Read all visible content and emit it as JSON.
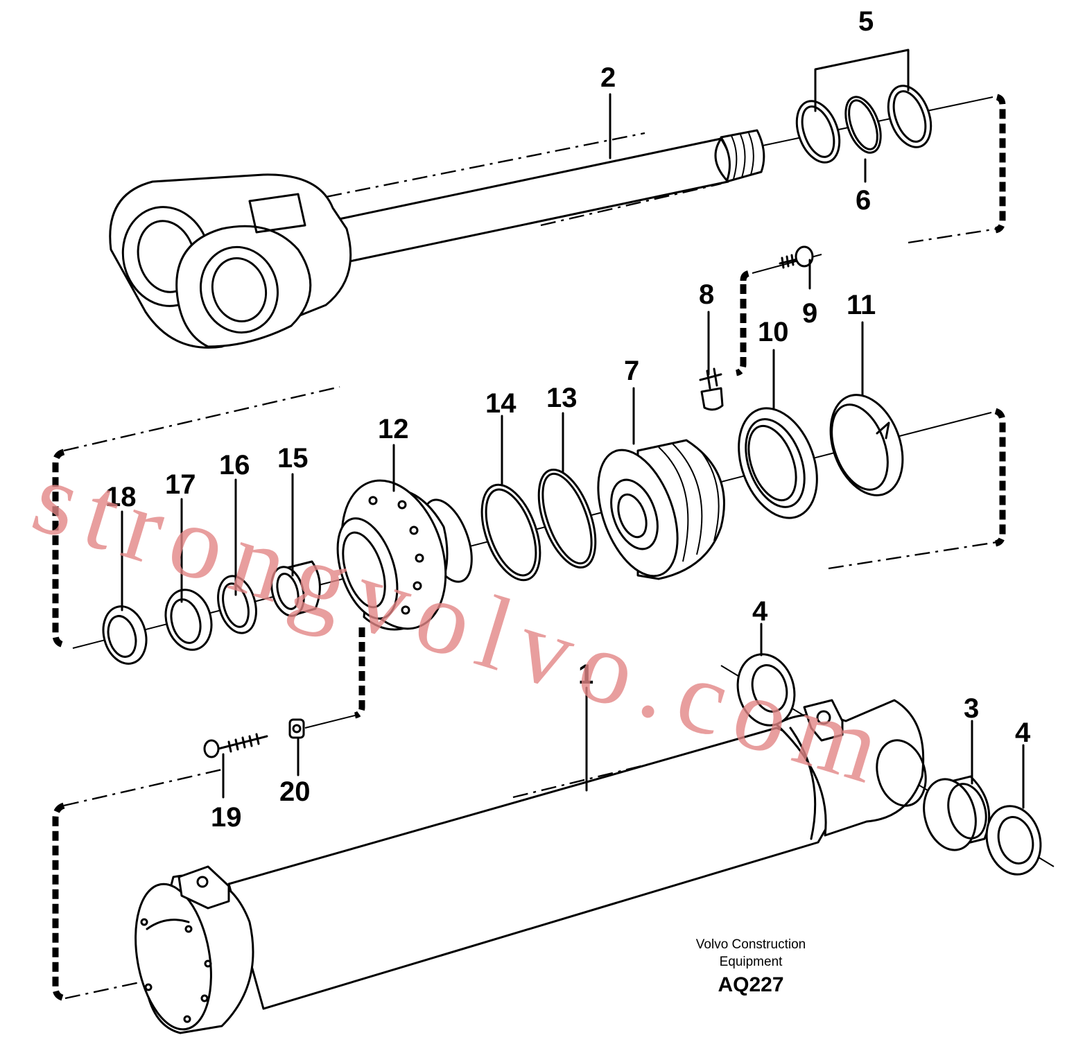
{
  "diagram": {
    "callouts": [
      {
        "id": "1",
        "label": "1"
      },
      {
        "id": "2",
        "label": "2"
      },
      {
        "id": "3",
        "label": "3"
      },
      {
        "id": "4a",
        "label": "4"
      },
      {
        "id": "4b",
        "label": "4"
      },
      {
        "id": "5",
        "label": "5"
      },
      {
        "id": "6",
        "label": "6"
      },
      {
        "id": "7",
        "label": "7"
      },
      {
        "id": "8",
        "label": "8"
      },
      {
        "id": "9",
        "label": "9"
      },
      {
        "id": "10",
        "label": "10"
      },
      {
        "id": "11",
        "label": "11"
      },
      {
        "id": "12",
        "label": "12"
      },
      {
        "id": "13",
        "label": "13"
      },
      {
        "id": "14",
        "label": "14"
      },
      {
        "id": "15",
        "label": "15"
      },
      {
        "id": "16",
        "label": "16"
      },
      {
        "id": "17",
        "label": "17"
      },
      {
        "id": "18",
        "label": "18"
      },
      {
        "id": "19",
        "label": "19"
      },
      {
        "id": "20",
        "label": "20"
      }
    ],
    "caption": {
      "line1": "Volvo Construction",
      "line2": "Equipment",
      "code": "AQ227"
    },
    "watermark": "strongvolvo.com"
  }
}
